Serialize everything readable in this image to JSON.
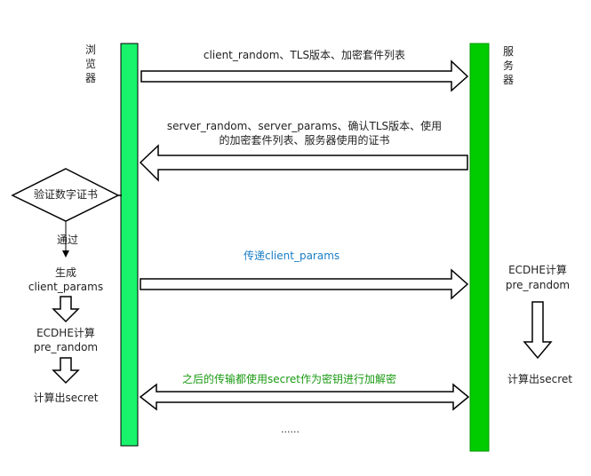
{
  "lanes": {
    "browser": {
      "label": "浏览器",
      "color": "#19f26b"
    },
    "server": {
      "label": "服务器",
      "color": "#00cc00"
    }
  },
  "messages": {
    "m1": "client_random、TLS版本、加密套件列表",
    "m2_line1": "server_random、server_params、确认TLS版本、使用",
    "m2_line2": "的加密套件列表、服务器使用的证书",
    "m3": "传递client_params",
    "m4": "之后的传输都使用secret作为密钥进行加解密",
    "ellipsis": "......"
  },
  "browser_steps": {
    "decision": "验证数字证书",
    "pass": "通过",
    "gen_line1": "生成",
    "gen_line2": "client_params",
    "ecdhe_line1": "ECDHE计算",
    "ecdhe_line2": "pre_random",
    "secret": "计算出secret"
  },
  "server_steps": {
    "ecdhe_line1": "ECDHE计算",
    "ecdhe_line2": "pre_random",
    "secret": "计算出secret"
  },
  "colors": {
    "highlight_blue": "#1a7ec7",
    "highlight_green": "#1a9a12",
    "stroke": "#000000"
  }
}
